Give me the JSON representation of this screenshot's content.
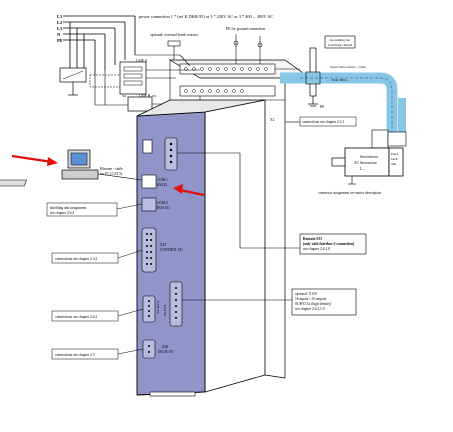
{
  "top_title": "power connection 1 * (ref K DKR/35) or 3 * 230V AC or 3 * 400 ... 480V AC",
  "power_lines": [
    "L1",
    "L2",
    "L3",
    "N",
    "PE"
  ],
  "external_break": "optional: external break resistor",
  "pe_ground_title": "PE for ground connection",
  "grounding_bar": "Grounding bar\nswitching cabinet",
  "resolver_cable": "Servo/drive motor - cable",
  "eoc_label": "EOC B00...",
  "pe_label": "PE",
  "x2": "X2",
  "lmf_a": "LMF A",
  "lmf_b": "LMF B",
  "x4": "X4",
  "x5": "X5",
  "pe_small": "PE",
  "connections_2_2_1": "connections see chapter 2.2.1",
  "servomotor": "Servo/motor\nAC Servomotor\nL...",
  "feed_back": "Feed-\nback\nunit",
  "motor_connection_desc": "connector assignment see motor description",
  "ethernet": "Ethernet - cable\nfor PC (CAT 5)",
  "x1_label": "COM 1\nRS232",
  "x2_label": "COM 2\nBUS I/O",
  "shielding_text": "shielding and assignment\nsee chapter 2.6.2",
  "x10_label": "X10\nCONTROL I/O",
  "connections_2_3_2": "connections see chapter 2.3.2",
  "remote_io_title": "Remote I/O",
  "remote_io_sub": "(only with Interbus S connection)",
  "remote_io_chap": "see chapter 2.6.2.0",
  "x3_label": "X3\nSLOT",
  "x6_label": "X6\nEXT",
  "connections_2_4_2": "connections see chapter 2.4.2",
  "optional_x150": "optional: X150\n16 inputs / 16 outputs\nSUB-D 3x (high density)\nsee chapter 2.6.2.1.0",
  "x40_label": "X40\nINC/R I/O",
  "connections_2_5": "connections see chapter 2.5",
  "colors": {
    "device": "#8f95c8",
    "device_dark": "#6b70a6",
    "cable": "#87c6e6",
    "arrow": "#e01010"
  }
}
